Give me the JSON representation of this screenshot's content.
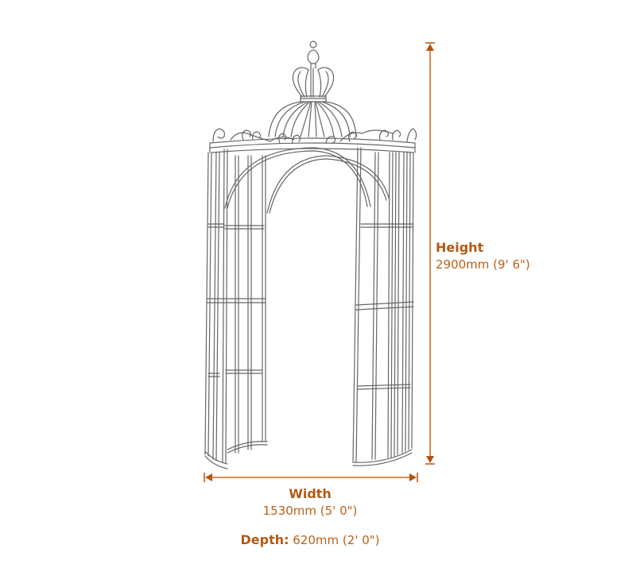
{
  "diagram": {
    "subject": "Metal garden arbor with crown-topped dome",
    "accent_color": "#c0621a",
    "line_color": "#555555"
  },
  "dimensions": {
    "height": {
      "title": "Height",
      "value": "2900mm (9' 6\")"
    },
    "width": {
      "title": "Width",
      "value": "1530mm (5' 0\")"
    },
    "depth": {
      "title": "Depth:",
      "value": "620mm (2' 0\")"
    }
  }
}
